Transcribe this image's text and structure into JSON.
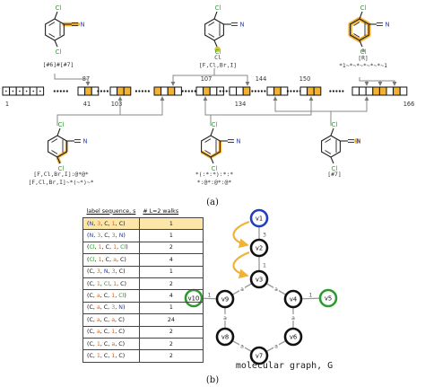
{
  "caption_a": "(a)",
  "caption_b": "(b)",
  "top_molecules": [
    {
      "labels": [
        "Cl",
        "N"
      ],
      "pattern": "[#6]#[#7]"
    },
    {
      "labels": [
        "Cl",
        "N"
      ],
      "pattern": "Cl\n[F,Cl,Br,I]"
    },
    {
      "labels": [
        "Cl",
        "N"
      ],
      "pattern": "a\n[R]\n*1~*~*~*~*~*~1"
    }
  ],
  "bottom_molecules": [
    {
      "labels": [
        "Cl",
        "N"
      ],
      "pattern": "[F,Cl,Br,I]:@*@*\n[F,Cl,Br,I]~*(~*)~*"
    },
    {
      "labels": [
        "Cl",
        "N"
      ],
      "pattern": "*(:*:*):*:*\n*:@*:@*:@*"
    },
    {
      "labels": [
        "Cl",
        "N"
      ],
      "pattern": "[#7]"
    }
  ],
  "bit_vector": {
    "positions": [
      "1",
      "41",
      "87",
      "103",
      "107",
      "134",
      "144",
      "150",
      "166"
    ]
  },
  "walk_table": {
    "header_seq": "label sequence, s",
    "header_count": "# L=2 walks",
    "rows": [
      {
        "seq": [
          [
            "N",
            "N"
          ],
          [
            "3",
            "n"
          ],
          [
            "C",
            "C"
          ],
          [
            "1",
            "n"
          ],
          [
            "C",
            "C"
          ]
        ],
        "count": "1"
      },
      {
        "seq": [
          [
            "N",
            "N"
          ],
          [
            "3",
            "n"
          ],
          [
            "C",
            "C"
          ],
          [
            "3",
            "n"
          ],
          [
            "N",
            "N"
          ]
        ],
        "count": "1"
      },
      {
        "seq": [
          [
            "Cl",
            "Cl"
          ],
          [
            "1",
            "n"
          ],
          [
            "C",
            "C"
          ],
          [
            "1",
            "n"
          ],
          [
            "Cl",
            "Cl"
          ]
        ],
        "count": "2"
      },
      {
        "seq": [
          [
            "Cl",
            "Cl"
          ],
          [
            "1",
            "n"
          ],
          [
            "C",
            "C"
          ],
          [
            "a",
            "n"
          ],
          [
            "C",
            "C"
          ]
        ],
        "count": "4"
      },
      {
        "seq": [
          [
            "C",
            "C"
          ],
          [
            "3",
            "n"
          ],
          [
            "N",
            "N"
          ],
          [
            "3",
            "n"
          ],
          [
            "C",
            "C"
          ]
        ],
        "count": "1"
      },
      {
        "seq": [
          [
            "C",
            "C"
          ],
          [
            "1",
            "n"
          ],
          [
            "Cl",
            "Cl"
          ],
          [
            "1",
            "n"
          ],
          [
            "C",
            "C"
          ]
        ],
        "count": "2"
      },
      {
        "seq": [
          [
            "C",
            "C"
          ],
          [
            "a",
            "n"
          ],
          [
            "C",
            "C"
          ],
          [
            "1",
            "n"
          ],
          [
            "Cl",
            "Cl"
          ]
        ],
        "count": "4"
      },
      {
        "seq": [
          [
            "C",
            "C"
          ],
          [
            "a",
            "n"
          ],
          [
            "C",
            "C"
          ],
          [
            "3",
            "n"
          ],
          [
            "N",
            "N"
          ]
        ],
        "count": "1"
      },
      {
        "seq": [
          [
            "C",
            "C"
          ],
          [
            "a",
            "n"
          ],
          [
            "C",
            "C"
          ],
          [
            "a",
            "n"
          ],
          [
            "C",
            "C"
          ]
        ],
        "count": "24"
      },
      {
        "seq": [
          [
            "C",
            "C"
          ],
          [
            "a",
            "n"
          ],
          [
            "C",
            "C"
          ],
          [
            "1",
            "n"
          ],
          [
            "C",
            "C"
          ]
        ],
        "count": "2"
      },
      {
        "seq": [
          [
            "C",
            "C"
          ],
          [
            "1",
            "n"
          ],
          [
            "C",
            "C"
          ],
          [
            "a",
            "n"
          ],
          [
            "C",
            "C"
          ]
        ],
        "count": "2"
      },
      {
        "seq": [
          [
            "C",
            "C"
          ],
          [
            "1",
            "n"
          ],
          [
            "C",
            "C"
          ],
          [
            "1",
            "n"
          ],
          [
            "C",
            "C"
          ]
        ],
        "count": "2"
      }
    ]
  },
  "graph": {
    "nodes": [
      "v1",
      "v2",
      "v3",
      "v4",
      "v5",
      "v6",
      "v7",
      "v8",
      "v9",
      "v10"
    ],
    "edge_labels": [
      "3",
      "1",
      "a",
      "a",
      "a",
      "a",
      "a",
      "a",
      "1",
      "1"
    ],
    "caption": "molecular graph, G"
  },
  "colors": {
    "highlight": "#f2b233",
    "nitrogen": "#1f3fbf",
    "chlorine": "#2e9a2e"
  }
}
